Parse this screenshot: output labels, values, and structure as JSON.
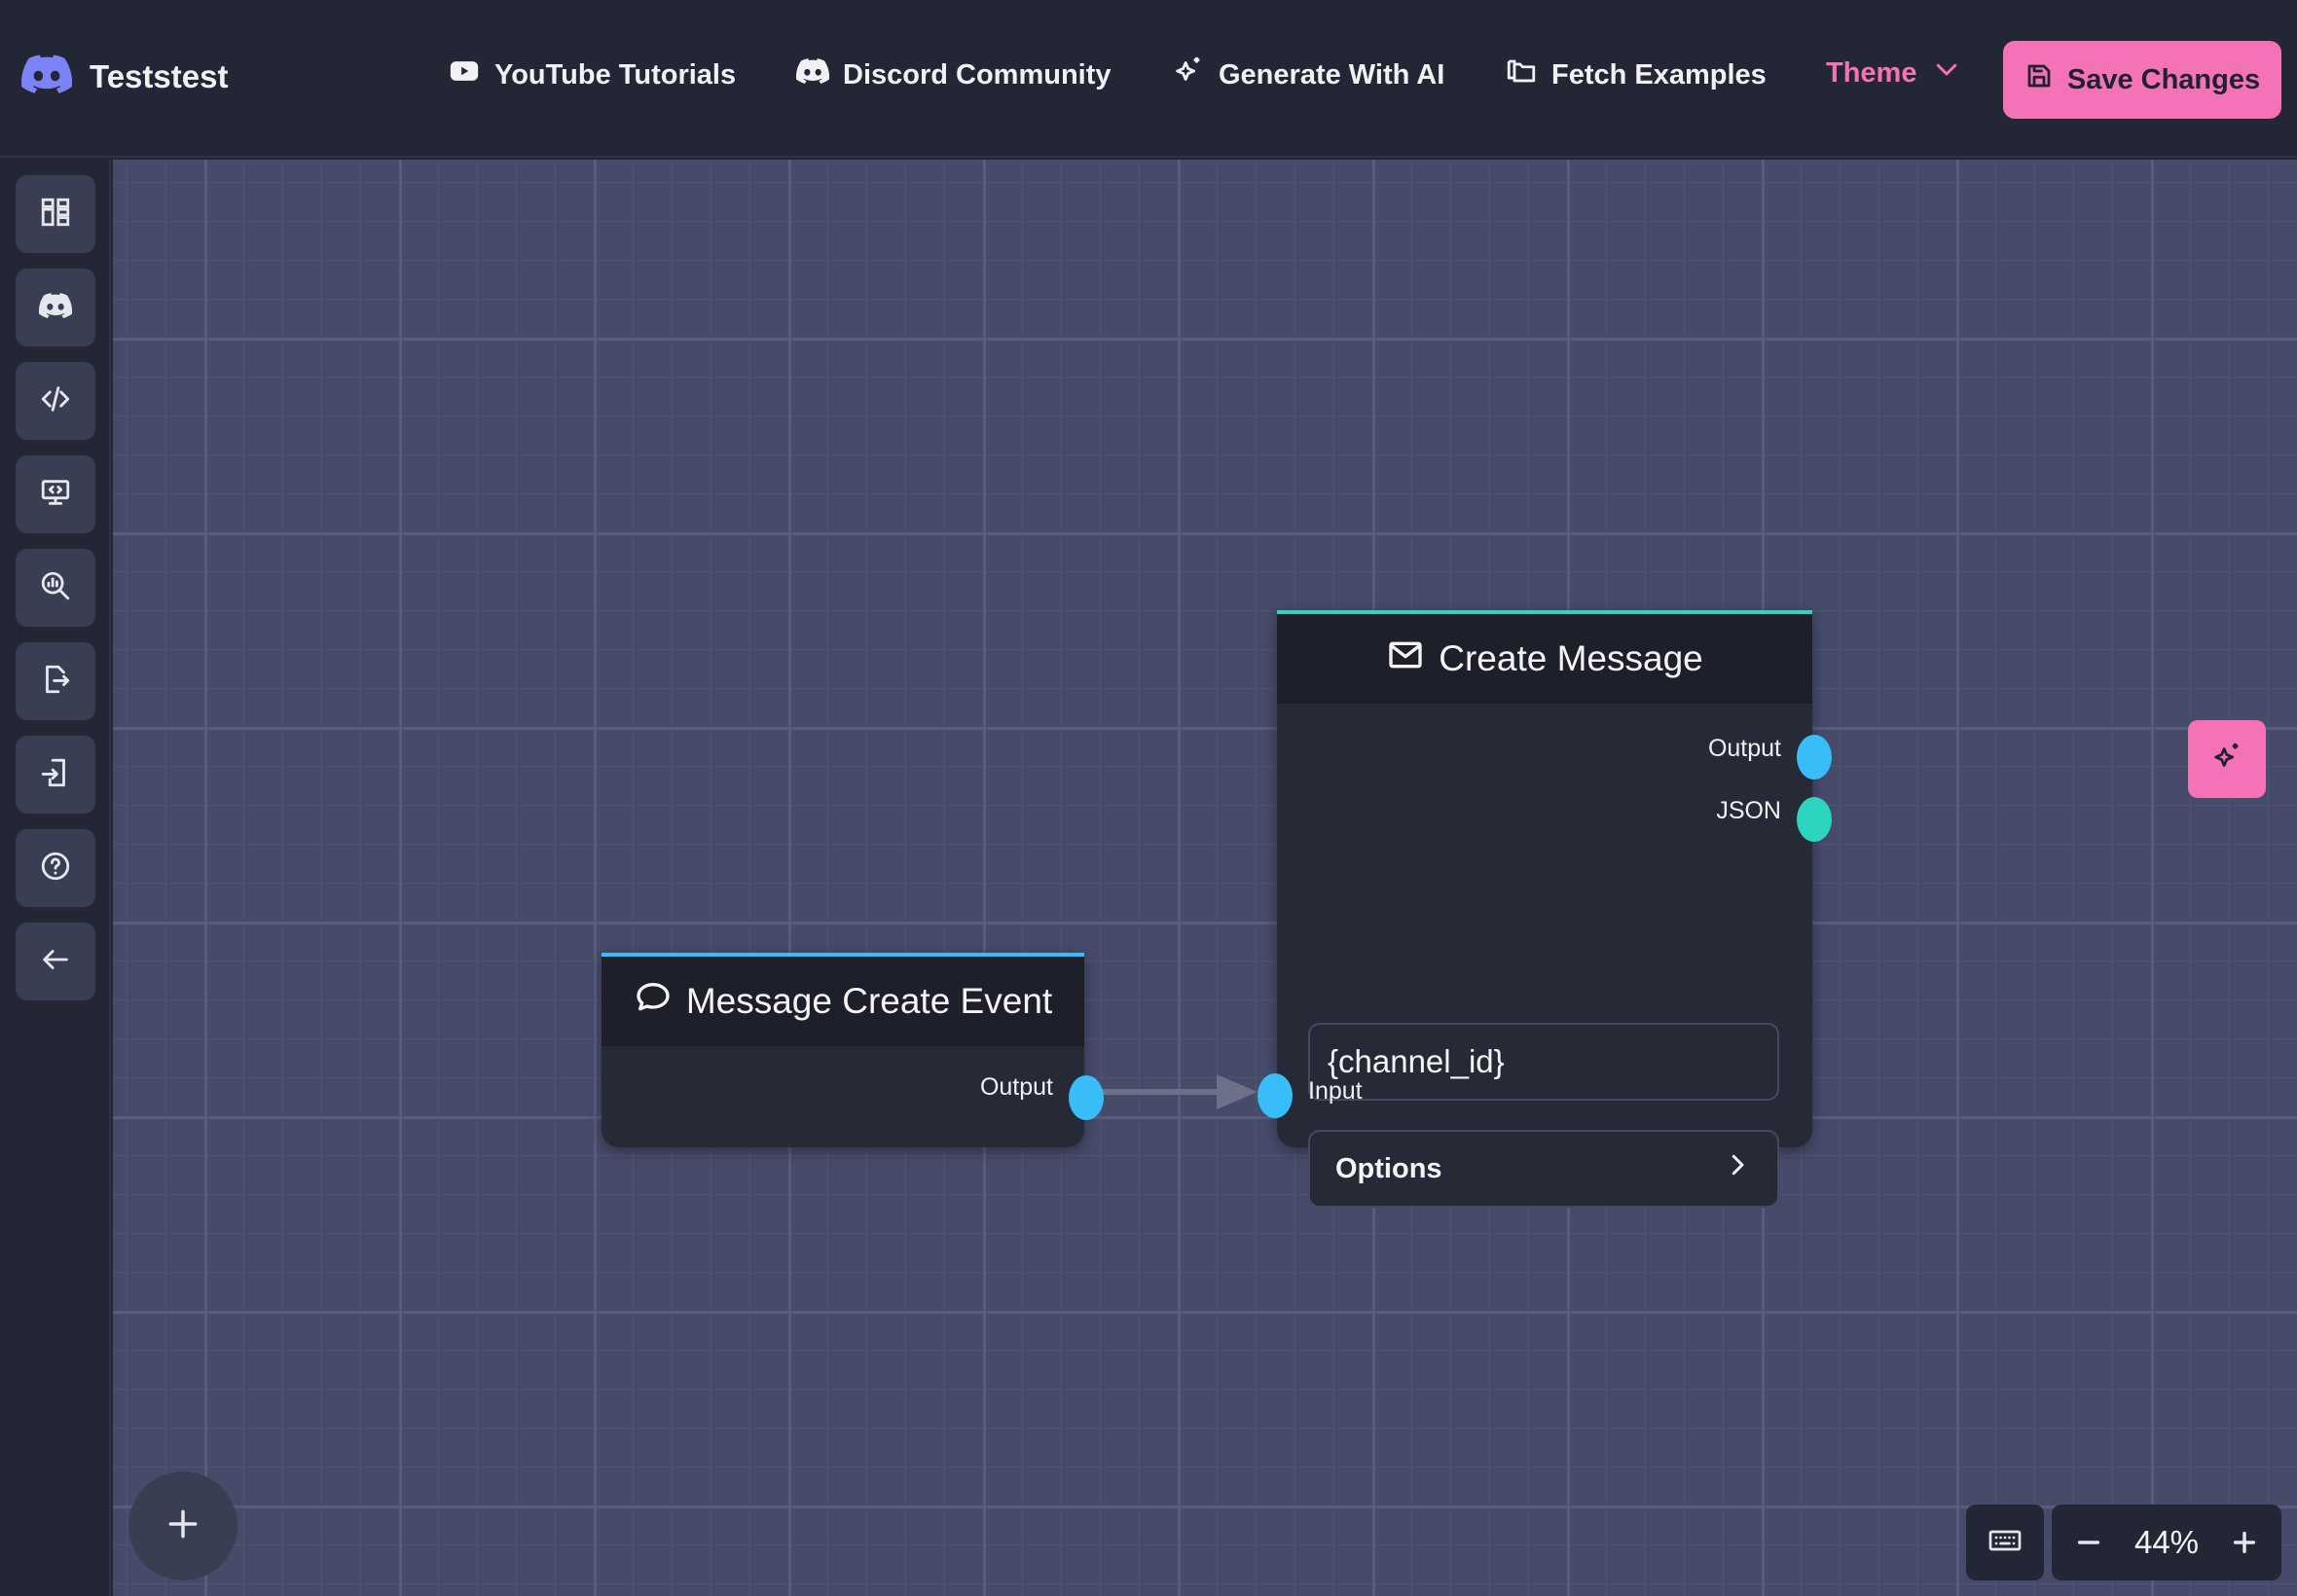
{
  "app": {
    "project_name": "Teststest",
    "brand_icon": "discord-logo-icon"
  },
  "header": {
    "nav": [
      {
        "label": "YouTube Tutorials",
        "icon": "youtube-icon"
      },
      {
        "label": "Discord Community",
        "icon": "discord-icon"
      },
      {
        "label": "Generate With AI",
        "icon": "sparkle-icon"
      },
      {
        "label": "Fetch Examples",
        "icon": "folders-icon"
      }
    ],
    "theme_label": "Theme",
    "save_label": "Save Changes"
  },
  "sidebar": {
    "items": [
      {
        "icon": "dashboard-icon"
      },
      {
        "icon": "discord-icon"
      },
      {
        "icon": "code-icon"
      },
      {
        "icon": "monitor-code-icon"
      },
      {
        "icon": "search-chart-icon"
      },
      {
        "icon": "export-icon"
      },
      {
        "icon": "import-icon"
      },
      {
        "icon": "help-icon"
      },
      {
        "icon": "back-arrow-icon"
      }
    ]
  },
  "nodes": {
    "event": {
      "title": "Message Create Event",
      "output_label": "Output"
    },
    "create_message": {
      "title": "Create Message",
      "output_label": "Output",
      "json_label": "JSON",
      "channel_value": "{channel_id}",
      "options_label": "Options",
      "input_label": "Input"
    }
  },
  "controls": {
    "zoom": "44%"
  },
  "colors": {
    "accent": "#f472b6",
    "port_blue": "#38bdf8",
    "port_teal": "#2dd4bf",
    "canvas": "#464b6a",
    "panel": "#232634"
  }
}
